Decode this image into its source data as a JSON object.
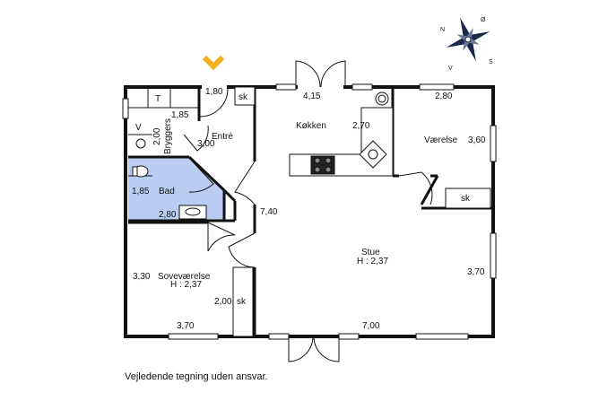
{
  "rooms": {
    "kokken": {
      "name": "Køkken",
      "width": "4,15",
      "depth": "2,70"
    },
    "entre": {
      "name": "Entré",
      "dim1": "1,80",
      "dim2": "3,00"
    },
    "bryggers": {
      "name": "Bryggers",
      "dim1": "2,00",
      "dim2": "1,85"
    },
    "bad": {
      "name": "Bad",
      "dim1": "1,85",
      "dim2": "2,80"
    },
    "vaerelse": {
      "name": "Værelse",
      "width": "2,80",
      "depth": "3,60"
    },
    "stue": {
      "name": "Stue",
      "height": "H : 2,37",
      "dim1": "7,40",
      "dim2": "3,70",
      "dim3": "7,00"
    },
    "sovevaerelse": {
      "name": "Soveværelse",
      "height": "H : 2,37",
      "dim1": "3,30",
      "dim2": "2,00",
      "dim3": "3,70"
    }
  },
  "fixtures": {
    "sk": "sk",
    "t": "T",
    "v": "V"
  },
  "compass": {
    "n": "N",
    "o": "Ø",
    "s": "S",
    "v": "V"
  },
  "colors": {
    "wall": "#111111",
    "bath": "#b9cdf2",
    "entrance": "#f2b21f",
    "window": "#9a9a9a"
  },
  "footer": {
    "note": "Vejledende tegning uden ansvar."
  }
}
